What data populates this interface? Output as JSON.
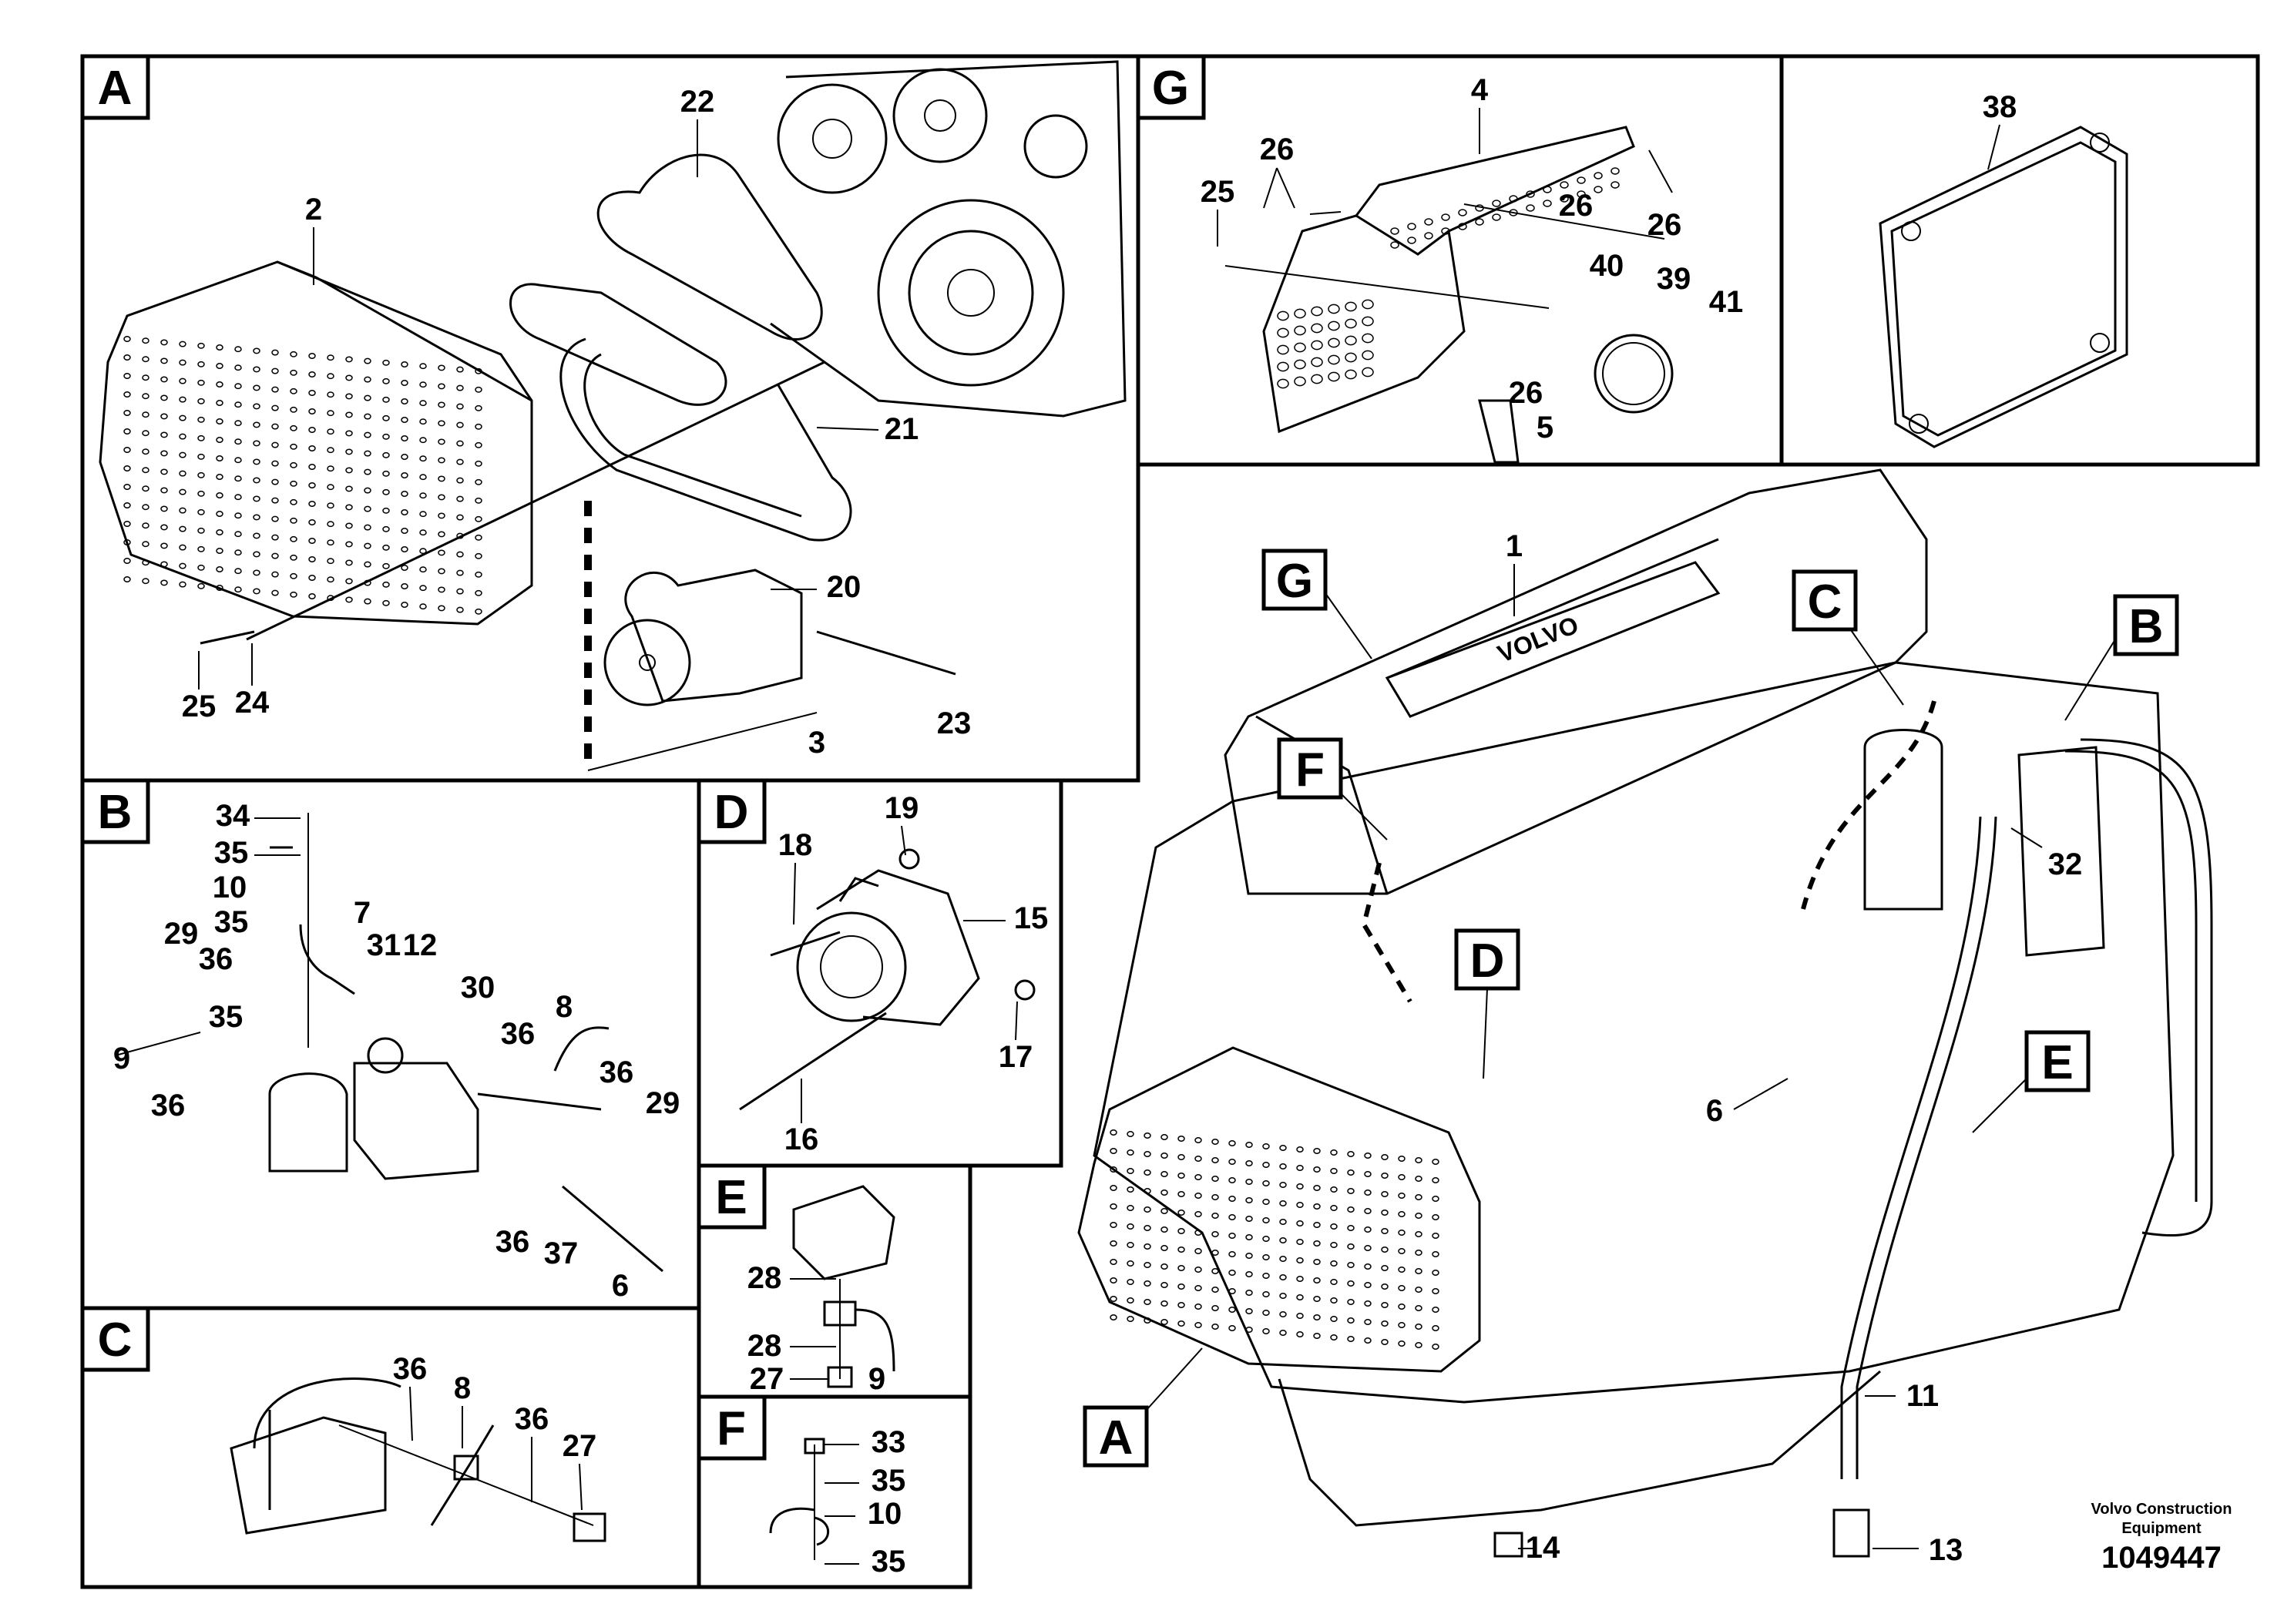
{
  "panels": [
    {
      "id": "A",
      "letter": "A",
      "items": [
        "2",
        "22",
        "21",
        "20",
        "23",
        "3",
        "25",
        "24"
      ]
    },
    {
      "id": "G",
      "letter": "G",
      "items": [
        "4",
        "26",
        "25",
        "40",
        "39",
        "41",
        "5"
      ]
    },
    {
      "id": "38",
      "items": [
        "38"
      ]
    },
    {
      "id": "B",
      "letter": "B",
      "items": [
        "34",
        "35",
        "10",
        "7",
        "29",
        "36",
        "31",
        "12",
        "30",
        "8",
        "9",
        "37",
        "6"
      ]
    },
    {
      "id": "D",
      "letter": "D",
      "items": [
        "19",
        "18",
        "15",
        "17",
        "16"
      ]
    },
    {
      "id": "E",
      "letter": "E",
      "items": [
        "28",
        "27",
        "9"
      ]
    },
    {
      "id": "C",
      "letter": "C",
      "items": [
        "36",
        "8",
        "27"
      ]
    },
    {
      "id": "F",
      "letter": "F",
      "items": [
        "33",
        "35",
        "10"
      ]
    },
    {
      "id": "main",
      "items": [
        "1",
        "32",
        "6",
        "11",
        "13",
        "14"
      ]
    }
  ],
  "callout_refs": [
    "G",
    "C",
    "B",
    "F",
    "D",
    "E",
    "A"
  ],
  "engine_brand": "VOLVO",
  "credit": {
    "line1": "Volvo Construction",
    "line2": "Equipment",
    "doc_number": "1049447"
  }
}
